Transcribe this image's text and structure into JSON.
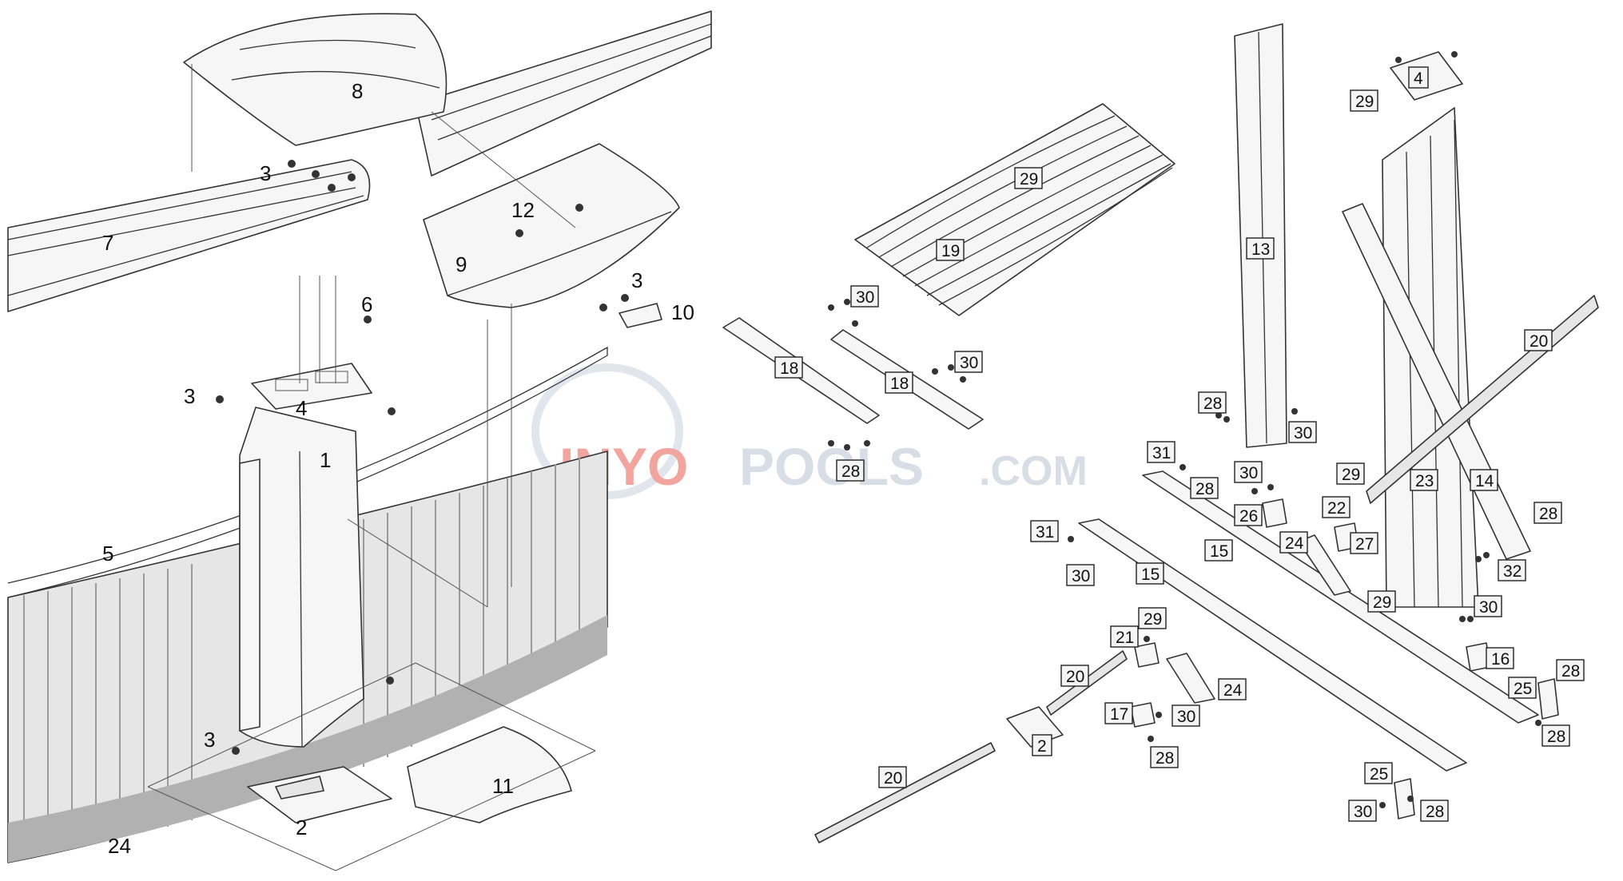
{
  "watermark": {
    "brand_a": "INYO",
    "brand_b": "POOLS",
    "suffix": ".COM",
    "accent": "#e85a4f",
    "base": "#b9c4d3"
  },
  "left_labels": {
    "l1": "1",
    "l2": "2",
    "l3a": "3",
    "l3b": "3",
    "l3c": "3",
    "l3d": "3",
    "l4": "4",
    "l5": "5",
    "l6": "6",
    "l7": "7",
    "l8": "8",
    "l9": "9",
    "l10": "10",
    "l11": "11",
    "l12": "12",
    "l24": "24"
  },
  "right_labels": {
    "b13": "13",
    "b4": "4",
    "b29a": "29",
    "b19": "19",
    "b29b": "29",
    "b30a": "30",
    "b30b": "30",
    "b18a": "18",
    "b18b": "18",
    "b28a": "28",
    "b28b": "28",
    "b30c": "30",
    "b20a": "20",
    "b23": "23",
    "b14": "14",
    "b31a": "31",
    "b28c": "28",
    "b30d": "30",
    "b29c": "29",
    "b26": "26",
    "b22": "22",
    "b27": "27",
    "b28d": "28",
    "b15a": "15",
    "b24a": "24",
    "b31b": "31",
    "b30e": "30",
    "b15b": "15",
    "b32": "32",
    "b29d": "29",
    "b30f": "30",
    "b29e": "29",
    "b16": "16",
    "b21": "21",
    "b20b": "20",
    "b24b": "24",
    "b28e": "28",
    "b25a": "25",
    "b17": "17",
    "b30g": "30",
    "b2": "2",
    "b28f": "28",
    "b28g": "28",
    "b20c": "20",
    "b25b": "25",
    "b30h": "30",
    "b28h": "28"
  }
}
